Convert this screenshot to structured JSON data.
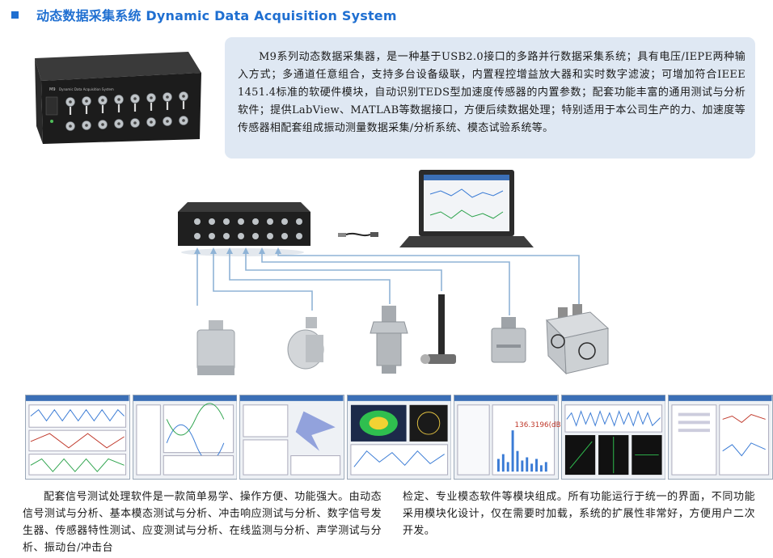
{
  "header": {
    "title": "动态数据采集系统 Dynamic Data Acquisition System",
    "accent_color": "#1f6fd1",
    "bullet_icon": "square-bullet-icon"
  },
  "device": {
    "label": "M9",
    "panel_text": "Dynamic Data Acquisition System"
  },
  "intro": {
    "text": "M9系列动态数据采集器，是一种基于USB2.0接口的多路并行数据采集系统；具有电压/IEPE两种输入方式；多通道任意组合，支持多台设备级联，内置程控增益放大器和实时数字滤波；可增加符合IEEE 1451.4标准的软硬件模块，自动识别TEDS型加速度传感器的内置参数；配套功能丰富的通用测试与分析软件；提供LabView、MATLAB等数据接口，方便后续数据处理；特别适用于本公司生产的力、加速度等传感器相配套组成振动测量数据采集/分析系统、模态试验系统等。",
    "box_color": "#dfe8f3"
  },
  "diagram": {
    "screen_readout": "136.3196(dB)"
  },
  "footer": {
    "left_text": "配套信号测试处理软件是一款简单易学、操作方便、功能强大。由动态信号测试与分析、基本模态测试与分析、冲击响应测试与分析、数字信号发生器、传感器特性测试、应变测试与分析、在线监测与分析、声学测试与分析、振动台/冲击台",
    "right_text": "检定、专业模态软件等模块组成。所有功能运行于统一的界面，不同功能采用模块化设计，仅在需要时加载，系统的扩展性非常好，方便用户二次开发。"
  }
}
